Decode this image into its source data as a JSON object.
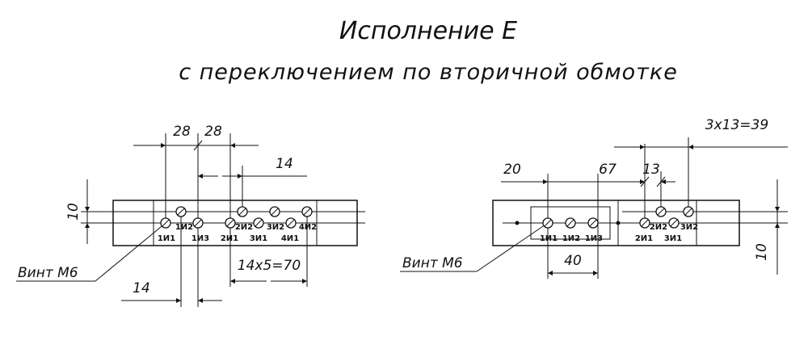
{
  "title": "Исполнение Е",
  "subtitle": "с переключением по вторичной обмотке",
  "left": {
    "dims": {
      "d28a": "28",
      "d28b": "28",
      "d14top": "14",
      "d10": "10",
      "d14bottom": "14",
      "d14x5": "14x5=70"
    },
    "screw_label": "Винт М6",
    "terminals": [
      "1И1",
      "1И2",
      "1И3",
      "2И1",
      "2И2",
      "3И1",
      "3И2",
      "4И1",
      "4И2"
    ]
  },
  "right": {
    "dims": {
      "d3x13": "3x13=39",
      "d20": "20",
      "d67": "67",
      "d13": "13",
      "d40": "40",
      "d10": "10"
    },
    "screw_label": "Винт М6",
    "terminals": [
      "1И1",
      "1И2",
      "1И3",
      "2И1",
      "2И2",
      "3И1",
      "3И2"
    ]
  }
}
